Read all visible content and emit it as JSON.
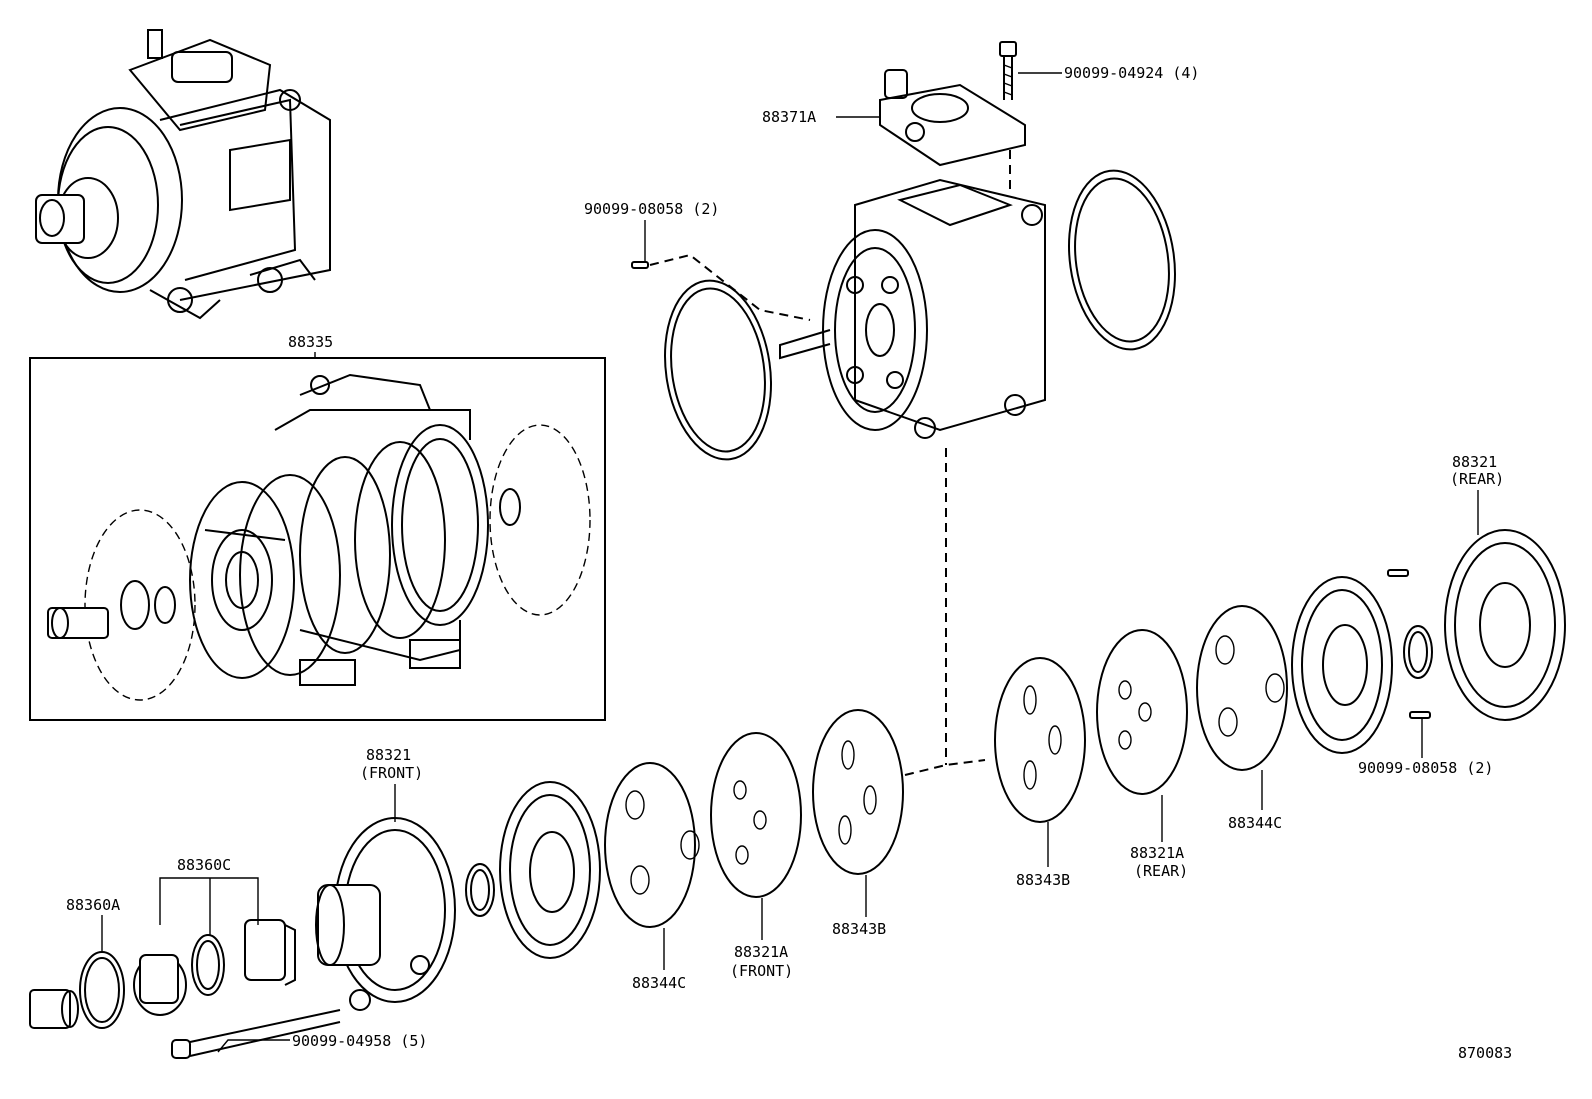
{
  "diagram": {
    "figure_code": "870083",
    "inset_label": "88335",
    "parts": [
      {
        "id": "p88371A",
        "label": "88371A"
      },
      {
        "id": "p90099_04924",
        "label": "90099-04924 (4)"
      },
      {
        "id": "p90099_08058_top",
        "label": "90099-08058 (2)"
      },
      {
        "id": "p88321_rear_num",
        "label": "88321"
      },
      {
        "id": "p88321_rear_tag",
        "label": "(REAR)"
      },
      {
        "id": "p90099_08058_right",
        "label": "90099-08058 (2)"
      },
      {
        "id": "p88344C_right",
        "label": "88344C"
      },
      {
        "id": "p88321A_rear_num",
        "label": "88321A"
      },
      {
        "id": "p88321A_rear_tag",
        "label": "(REAR)"
      },
      {
        "id": "p88343B_right",
        "label": "88343B"
      },
      {
        "id": "p88343B_left",
        "label": "88343B"
      },
      {
        "id": "p88321A_front_num",
        "label": "88321A"
      },
      {
        "id": "p88321A_front_tag",
        "label": "(FRONT)"
      },
      {
        "id": "p88344C_left",
        "label": "88344C"
      },
      {
        "id": "p88321_front_num",
        "label": "88321"
      },
      {
        "id": "p88321_front_tag",
        "label": "(FRONT)"
      },
      {
        "id": "p88360C",
        "label": "88360C"
      },
      {
        "id": "p88360A",
        "label": "88360A"
      },
      {
        "id": "p90099_04958",
        "label": "90099-04958 (5)"
      }
    ]
  }
}
